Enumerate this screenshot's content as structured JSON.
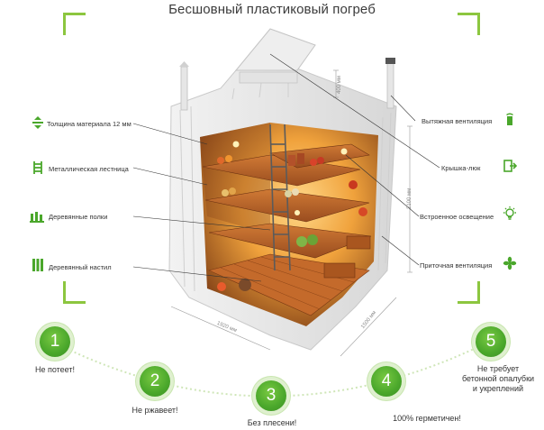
{
  "title": "Бесшовный пластиковый погреб",
  "left_labels": [
    {
      "text": "Толщина материала 12 мм",
      "icon": "thickness-icon"
    },
    {
      "text": "Металлическая лестница",
      "icon": "ladder-icon"
    },
    {
      "text": "Деревянные полки",
      "icon": "shelves-icon"
    },
    {
      "text": "Деревянный настил",
      "icon": "floor-deck-icon"
    }
  ],
  "right_labels": [
    {
      "text": "Вытяжная вентиляция",
      "icon": "exhaust-vent-icon"
    },
    {
      "text": "Крышка-люк",
      "icon": "hatch-icon"
    },
    {
      "text": "Встроенное освещение",
      "icon": "lightbulb-icon"
    },
    {
      "text": "Приточная вентиляция",
      "icon": "fan-icon"
    }
  ],
  "dimensions": {
    "hatch_height": "400 мм",
    "height": "2100 мм",
    "width": "1920 мм",
    "depth": "1500 мм"
  },
  "benefits": [
    {
      "number": "1",
      "text": "Не потеет!"
    },
    {
      "number": "2",
      "text": "Не ржавеет!"
    },
    {
      "number": "3",
      "text": "Без плесени!"
    },
    {
      "number": "4",
      "text": "100% герметичен!"
    },
    {
      "number": "5",
      "text": "Не требует бетонной опалубки и укреплений"
    }
  ],
  "colors": {
    "accent": "#4aa72b",
    "frame": "#8cc63f",
    "wood": "#b8642a",
    "glow": "#f7b250",
    "plastic": "#ececec"
  }
}
